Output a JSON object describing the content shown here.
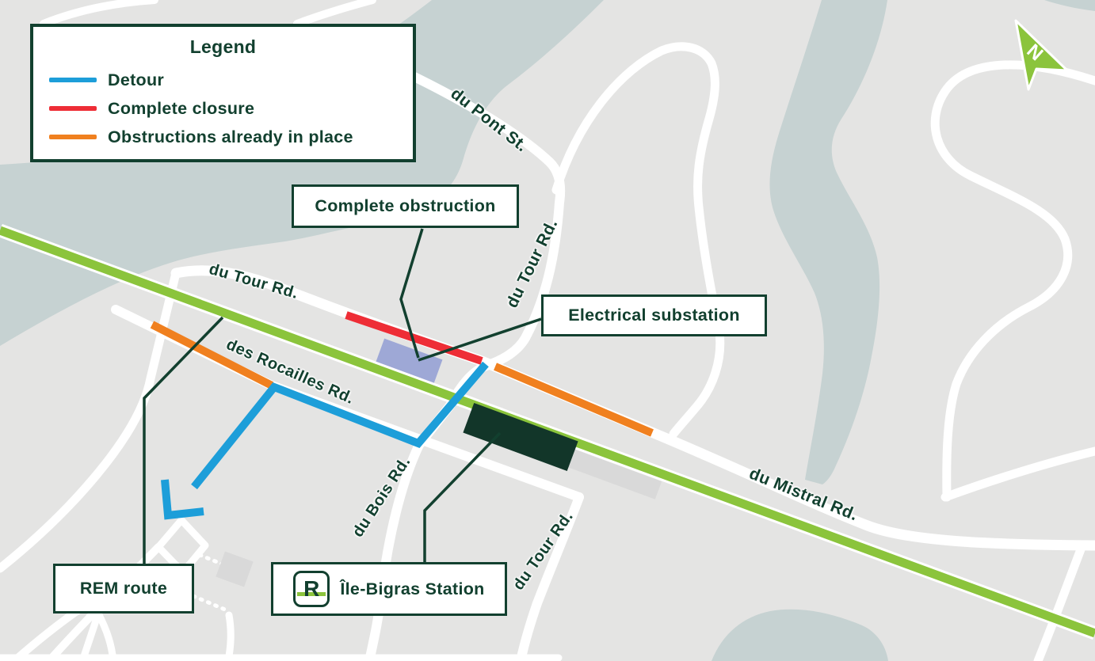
{
  "legend": {
    "title": "Legend",
    "items": [
      {
        "label": "Detour",
        "color": "#1d9ed9"
      },
      {
        "label": "Complete closure",
        "color": "#ee2d36"
      },
      {
        "label": "Obstructions already in place",
        "color": "#f0801f"
      }
    ]
  },
  "callouts": {
    "complete_obstruction": "Complete obstruction",
    "electrical_substation": "Electrical substation",
    "rem_route": "REM route",
    "station": "Île-Bigras Station",
    "rem_logo_letter": "R"
  },
  "streets": {
    "du_pont": "du Pont St.",
    "du_tour_top": "du Tour Rd.",
    "du_tour_left": "du Tour Rd.",
    "des_rocailles": "des Rocailles Rd.",
    "du_bois": "du Bois Rd.",
    "du_mistral": "du Mistral Rd.",
    "du_tour_bottom": "du Tour Rd."
  },
  "compass": {
    "letter": "N"
  },
  "colors": {
    "land": "#e4e4e3",
    "water": "#c6d2d2",
    "road": "#ffffff",
    "rem_green": "#8bc43c",
    "detour_blue": "#1d9ed9",
    "closure_red": "#ee2d36",
    "obstruction_orange": "#f0801f",
    "dark_green": "#12402f",
    "substation_purple": "#9ea8d6",
    "station_dark": "#123629",
    "shadow_gray": "#d9d9d9"
  }
}
